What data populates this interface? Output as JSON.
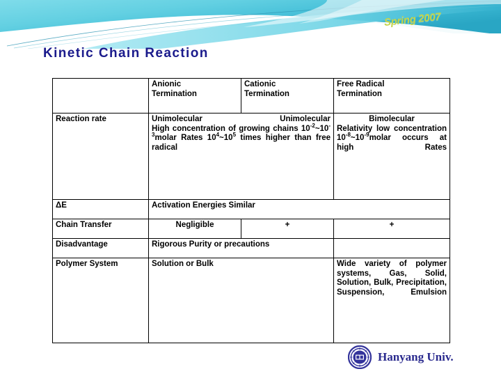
{
  "header": {
    "term_label": "Spring 2007",
    "term_color": "#c4d447",
    "band_colors": {
      "teal_light": "#8fe0ec",
      "teal_mid": "#56c9dd",
      "teal_deep": "#2fa9c4",
      "white": "#ffffff"
    }
  },
  "slide": {
    "title": "Kinetic Chain Reaction",
    "title_color": "#1a1a8c"
  },
  "table": {
    "columns": [
      {
        "key": "label",
        "header": ""
      },
      {
        "key": "anionic",
        "header": "Anionic Termination"
      },
      {
        "key": "cationic",
        "header": "Cationic Termination"
      },
      {
        "key": "free_radical",
        "header": "Free Radical Termination"
      }
    ],
    "header_row": {
      "blank": "",
      "anionic_line1": "Anionic",
      "anionic_line2": "Termination",
      "cationic_line1": "Cationic",
      "cationic_line2": "Termination",
      "free_line1": "Free Radical",
      "free_line2": "Termination"
    },
    "rows": [
      {
        "name": "reaction-rate",
        "label": "Reaction rate",
        "anionic_cationic_merged": {
          "line1_left": "Unimolecular",
          "line1_right": "Unimolecular",
          "body": "High concentration of growing chains 10-2~10-3molar Rates 104~105 times higher than free radical"
        },
        "free_radical": {
          "line1": "Bimolecular",
          "body": "Relativity low concentration 10-8~10-9molar occurs at high Rates"
        }
      },
      {
        "name": "delta-e",
        "label": "ΔE",
        "merged_all": "Activation Energies Similar"
      },
      {
        "name": "chain-transfer",
        "label": "Chain Transfer",
        "anionic": "Negligible",
        "cationic": "+",
        "free_radical": "+"
      },
      {
        "name": "disadvantage",
        "label": "Disadvantage",
        "anionic_cationic_merged": "Rigorous Purity or precautions",
        "free_radical": ""
      },
      {
        "name": "polymer-system",
        "label": "Polymer System",
        "anionic_cationic_merged": "Solution or Bulk",
        "free_radical": "Wide variety of polymer systems, Gas, Solid, Solution, Bulk, Precipitation, Suspension, Emulsion"
      }
    ]
  },
  "footer": {
    "institution": "Hanyang Univ.",
    "institution_color": "#2a2a8e",
    "seal_icon": "hanyang-seal-icon"
  }
}
